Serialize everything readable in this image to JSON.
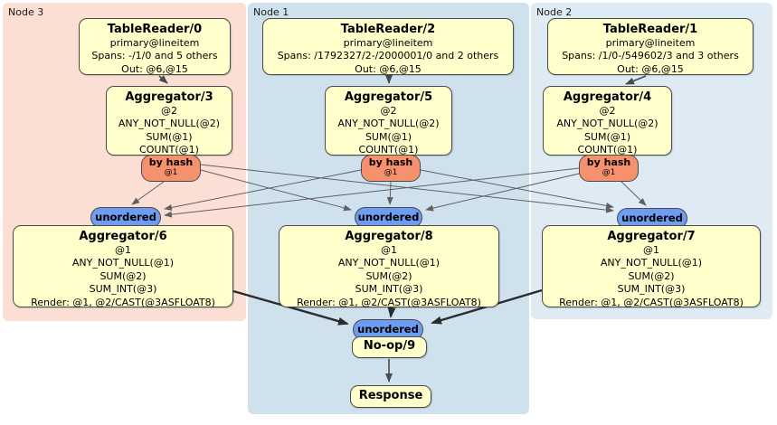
{
  "colors": {
    "node3_bg": "#fbdfd4",
    "node1_bg": "#cfe1ed",
    "node2_bg": "#deebf5",
    "box_bg": "#ffffcc",
    "box_border": "#4a4a4a",
    "router_bg": "#f5916c",
    "stream_bg": "#6d9cf0",
    "edge_thin": "#606060",
    "edge_mid": "#4a4a4a",
    "edge_thick": "#2b2b2b"
  },
  "regions": {
    "node3": {
      "label": "Node 3"
    },
    "node1": {
      "label": "Node 1"
    },
    "node2": {
      "label": "Node 2"
    }
  },
  "processors": {
    "tablereader0": {
      "title": "TableReader/0",
      "lines": [
        "primary@lineitem",
        "Spans: -/1/0 and 5 others",
        "Out: @6,@15"
      ]
    },
    "tablereader2": {
      "title": "TableReader/2",
      "lines": [
        "primary@lineitem",
        "Spans: /1792327/2-/2000001/0 and 2 others",
        "Out: @6,@15"
      ]
    },
    "tablereader1": {
      "title": "TableReader/1",
      "lines": [
        "primary@lineitem",
        "Spans: /1/0-/549602/3 and 3 others",
        "Out: @6,@15"
      ]
    },
    "aggregator3": {
      "title": "Aggregator/3",
      "lines": [
        "@2",
        "ANY_NOT_NULL(@2)",
        "SUM(@1)",
        "COUNT(@1)"
      ]
    },
    "aggregator5": {
      "title": "Aggregator/5",
      "lines": [
        "@2",
        "ANY_NOT_NULL(@2)",
        "SUM(@1)",
        "COUNT(@1)"
      ]
    },
    "aggregator4": {
      "title": "Aggregator/4",
      "lines": [
        "@2",
        "ANY_NOT_NULL(@2)",
        "SUM(@1)",
        "COUNT(@1)"
      ]
    },
    "aggregator6": {
      "title": "Aggregator/6",
      "lines": [
        "@1",
        "ANY_NOT_NULL(@1)",
        "SUM(@2)",
        "SUM_INT(@3)",
        "Render: @1, @2/CAST(@3ASFLOAT8)"
      ]
    },
    "aggregator8": {
      "title": "Aggregator/8",
      "lines": [
        "@1",
        "ANY_NOT_NULL(@1)",
        "SUM(@2)",
        "SUM_INT(@3)",
        "Render: @1, @2/CAST(@3ASFLOAT8)"
      ]
    },
    "aggregator7": {
      "title": "Aggregator/7",
      "lines": [
        "@1",
        "ANY_NOT_NULL(@1)",
        "SUM(@2)",
        "SUM_INT(@3)",
        "Render: @1, @2/CAST(@3ASFLOAT8)"
      ]
    },
    "noop9": {
      "title": "No-op/9"
    },
    "response": {
      "title": "Response"
    }
  },
  "routers": {
    "hash3": {
      "label": "by hash",
      "detail": "@1"
    },
    "hash5": {
      "label": "by hash",
      "detail": "@1"
    },
    "hash4": {
      "label": "by hash",
      "detail": "@1"
    }
  },
  "streams": {
    "unordered_node3": {
      "label": "unordered"
    },
    "unordered_node1": {
      "label": "unordered"
    },
    "unordered_node2": {
      "label": "unordered"
    },
    "unordered_final": {
      "label": "unordered"
    }
  }
}
